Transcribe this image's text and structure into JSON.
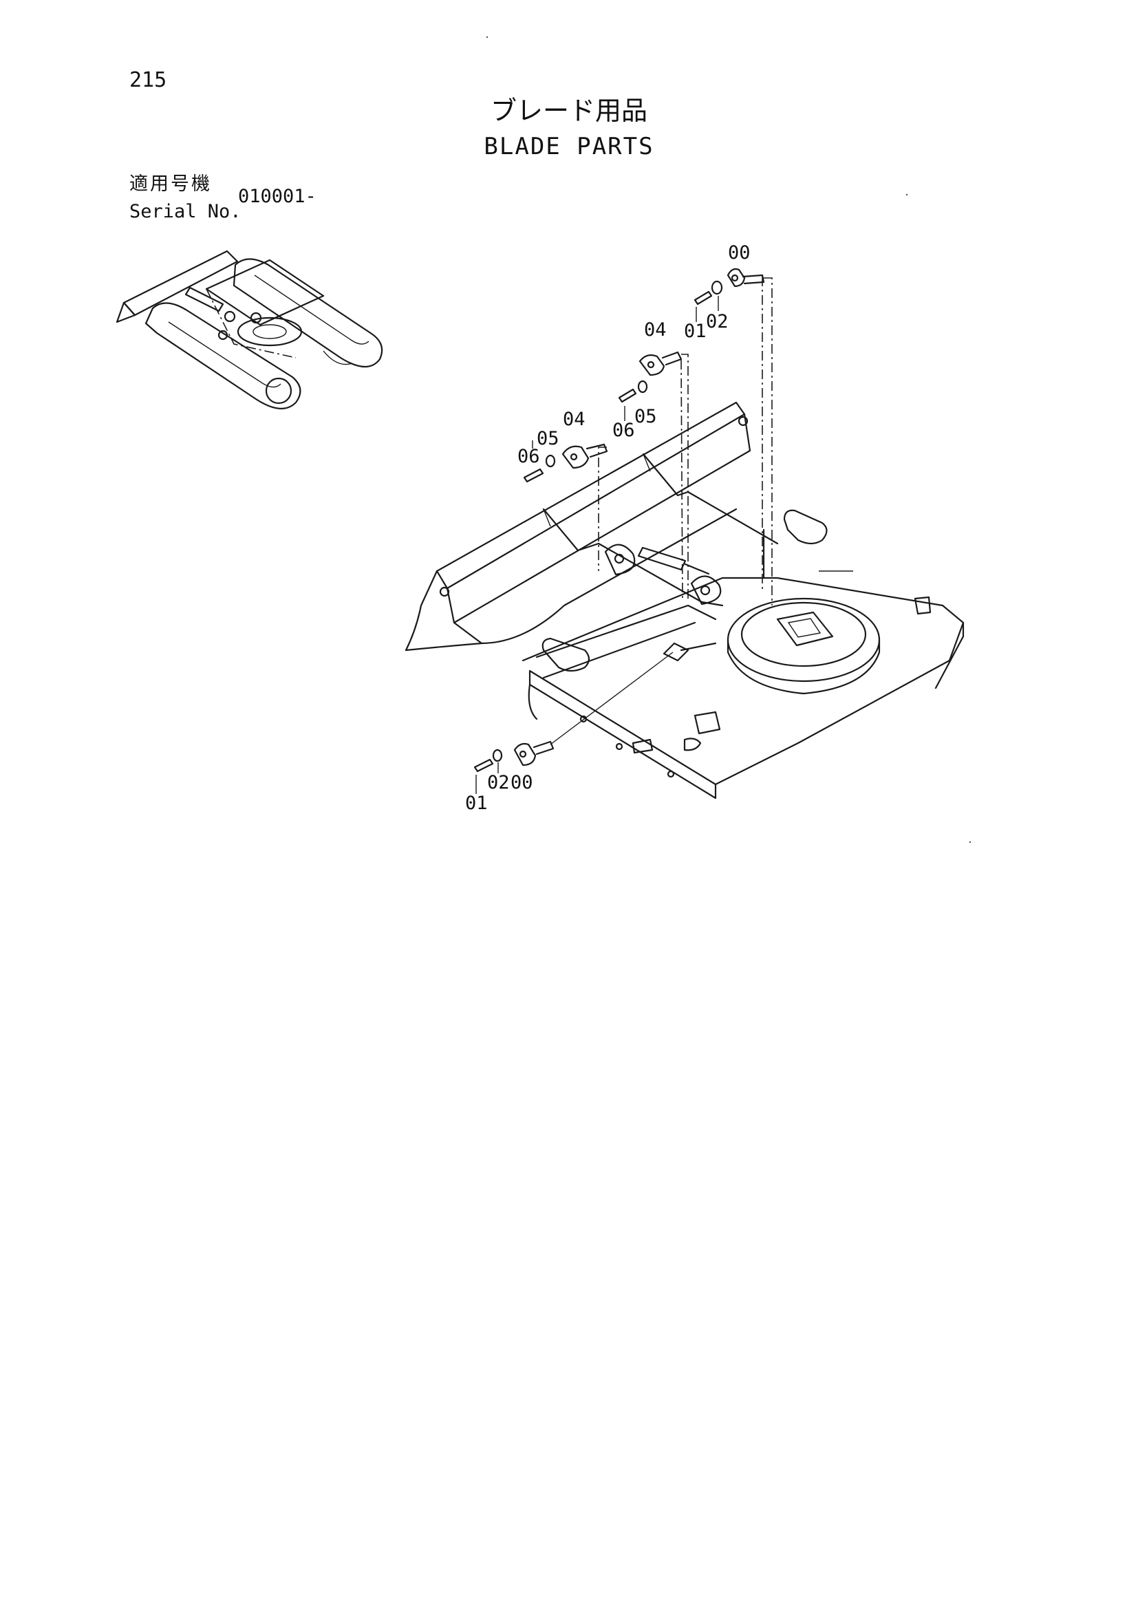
{
  "page": {
    "number": "215",
    "title_jp": "ブレード用品",
    "title_en": "BLADE PARTS",
    "serial_label_jp": "適用号機",
    "serial_label_en": "Serial No.",
    "serial_value": "010001-"
  },
  "callouts": {
    "top_bracket": {
      "part": "00",
      "bolt": "01",
      "washer": "02"
    },
    "upper_pin": {
      "pin": "04",
      "washer": "05",
      "bolt": "06"
    },
    "left_pin": {
      "pin": "04",
      "washer": "05",
      "bolt": "06"
    },
    "bottom_bracket": {
      "part": "00",
      "washer": "02",
      "bolt": "01"
    }
  }
}
